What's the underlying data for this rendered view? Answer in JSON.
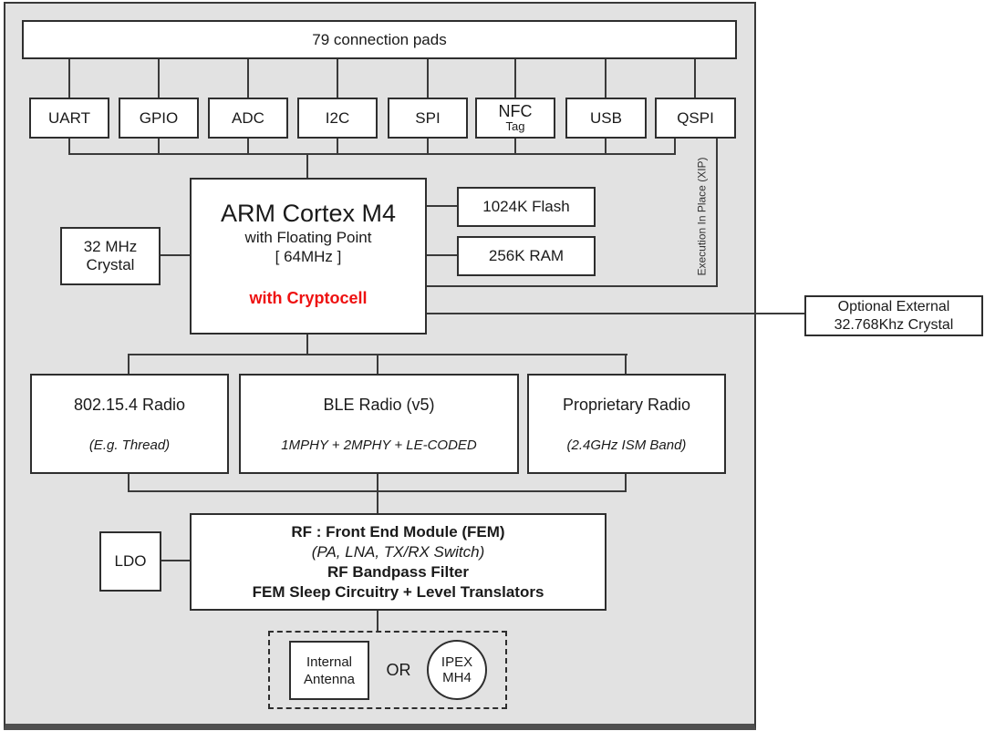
{
  "colors": {
    "module_fill": "#e2e2e2",
    "box_fill": "#ffffff",
    "border": "#2e2e2e",
    "line": "#3a3a3a",
    "accent_red": "#ee1111"
  },
  "pads_bar": {
    "label": "79 connection pads"
  },
  "peripherals": {
    "uart": "UART",
    "gpio": "GPIO",
    "adc": "ADC",
    "i2c": "I2C",
    "spi": "SPI",
    "nfc_title": "NFC",
    "nfc_sub": "Tag",
    "usb": "USB",
    "qspi": "QSPI"
  },
  "cpu": {
    "title": "ARM Cortex M4",
    "line2": "with Floating Point",
    "line3": "[ 64MHz ]",
    "crypto": "with Cryptocell"
  },
  "crystal_32mhz": {
    "line1": "32 MHz",
    "line2": "Crystal"
  },
  "memory": {
    "flash": "1024K Flash",
    "ram": "256K RAM"
  },
  "xip": {
    "label": "Execution In Place (XIP)"
  },
  "external_crystal": {
    "line1": "Optional External",
    "line2": "32.768Khz Crystal"
  },
  "radios": {
    "ieee802154": {
      "title": "802.15.4 Radio",
      "subtitle": "(E.g. Thread)"
    },
    "ble": {
      "title": "BLE Radio (v5)",
      "subtitle": "1MPHY + 2MPHY + LE-CODED"
    },
    "proprietary": {
      "title": "Proprietary Radio",
      "subtitle": "(2.4GHz ISM Band)"
    }
  },
  "fem": {
    "line1": "RF : Front End Module (FEM)",
    "line2": "(PA, LNA, TX/RX Switch)",
    "line3": "RF Bandpass Filter",
    "line4": "FEM Sleep Circuitry + Level Translators"
  },
  "ldo": {
    "label": "LDO"
  },
  "antenna": {
    "internal_line1": "Internal",
    "internal_line2": "Antenna",
    "or_label": "OR",
    "ipex_line1": "IPEX",
    "ipex_line2": "MH4"
  }
}
